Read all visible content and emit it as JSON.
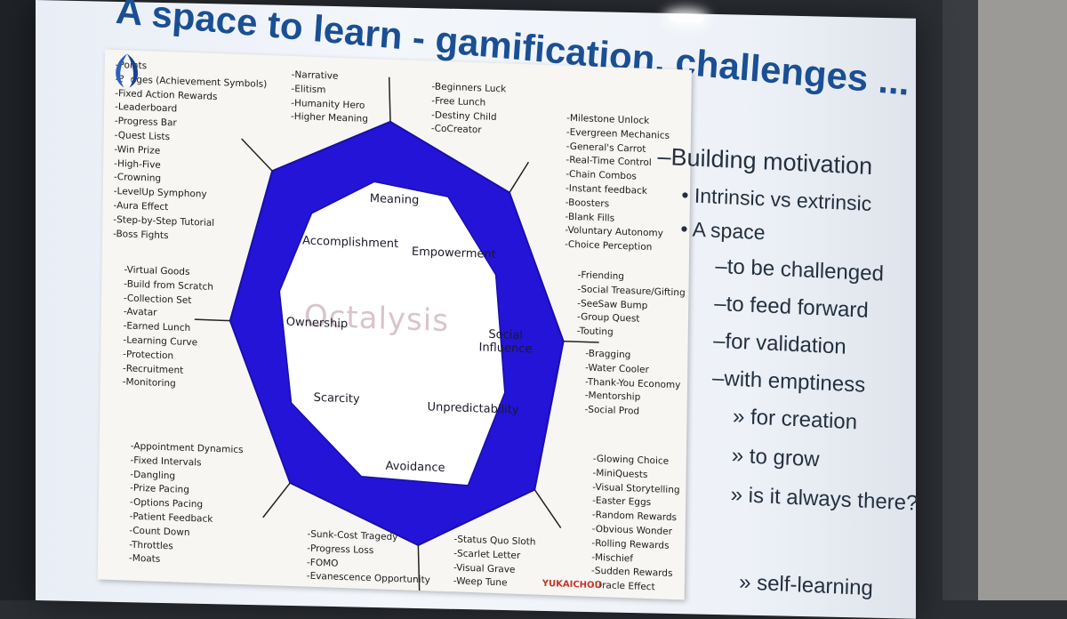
{
  "slide": {
    "title": "A space to learn - gamification, challenges ...",
    "bullets": [
      "–Building motivation",
      "• Intrinsic vs extrinsic",
      "• A space",
      "–to be challenged",
      "–to feed forward",
      "–for validation",
      "–with emptiness",
      "» for creation",
      "» to grow",
      "» is it always there?",
      "» self-learning"
    ]
  },
  "framework": {
    "watermark": "Octalysis",
    "logo_text": "YUKAICHOU",
    "drives": {
      "meaning": "Meaning",
      "empowerment": "Empowerment",
      "social": "Social Influence",
      "unpredictability": "Unpredictability",
      "avoidance": "Avoidance",
      "scarcity": "Scarcity",
      "ownership": "Ownership",
      "accomplishment": "Accomplishment"
    },
    "lists": {
      "top_left": [
        "-Points",
        "-Badges (Achievement Symbols)",
        "-Fixed Action Rewards",
        "-Leaderboard",
        "-Progress Bar",
        "-Quest Lists",
        "-Win Prize",
        "-High-Five",
        "-Crowning",
        "-LevelUp Symphony",
        "-Aura Effect",
        "-Step-by-Step Tutorial",
        "-Boss Fights"
      ],
      "top_center_left": [
        "-Narrative",
        "-Elitism",
        "-Humanity Hero",
        "-Higher Meaning"
      ],
      "top_center_right": [
        "-Beginners Luck",
        "-Free Lunch",
        "-Destiny Child",
        "-CoCreator"
      ],
      "top_right": [
        "-Milestone Unlock",
        "-Evergreen Mechanics",
        "-General's Carrot",
        "-Real-Time Control",
        "-Chain Combos",
        "-Instant feedback",
        "-Boosters",
        "-Blank Fills",
        "-Voluntary Autonomy",
        "-Choice Perception"
      ],
      "mid_right_upper": [
        "-Friending",
        "-Social Treasure/Gifting",
        "-SeeSaw Bump",
        "-Group Quest",
        "-Touting"
      ],
      "mid_right_lower": [
        "-Bragging",
        "-Water Cooler",
        "-Thank-You Economy",
        "-Mentorship",
        "-Social Prod"
      ],
      "mid_left": [
        "-Virtual Goods",
        "-Build from Scratch",
        "-Collection Set",
        "-Avatar",
        "-Earned Lunch",
        "-Learning Curve",
        "-Protection",
        "-Recruitment",
        "-Monitoring"
      ],
      "bottom_left": [
        "-Appointment Dynamics",
        "-Fixed Intervals",
        "-Dangling",
        "-Prize Pacing",
        "-Options Pacing",
        "-Patient Feedback",
        "-Count Down",
        "-Throttles",
        "-Moats"
      ],
      "bottom_center_left": [
        "-Sunk-Cost Tragedy",
        "-Progress Loss",
        "-FOMO",
        "-Evanescence Opportunity"
      ],
      "bottom_center_right": [
        "-Status Quo Sloth",
        "-Scarlet Letter",
        "-Visual Grave",
        "-Weep Tune"
      ],
      "bottom_right": [
        "-Glowing Choice",
        "-MiniQuests",
        "-Visual Storytelling",
        "-Easter Eggs",
        "-Random Rewards",
        "-Obvious Wonder",
        "-Rolling Rewards",
        "-Mischief",
        "-Sudden Rewards",
        "-Oracle Effect"
      ]
    }
  },
  "colors": {
    "title": "#1a4f93",
    "octagon": "#2314d8",
    "octagon_dark": "#1a0fa8"
  }
}
